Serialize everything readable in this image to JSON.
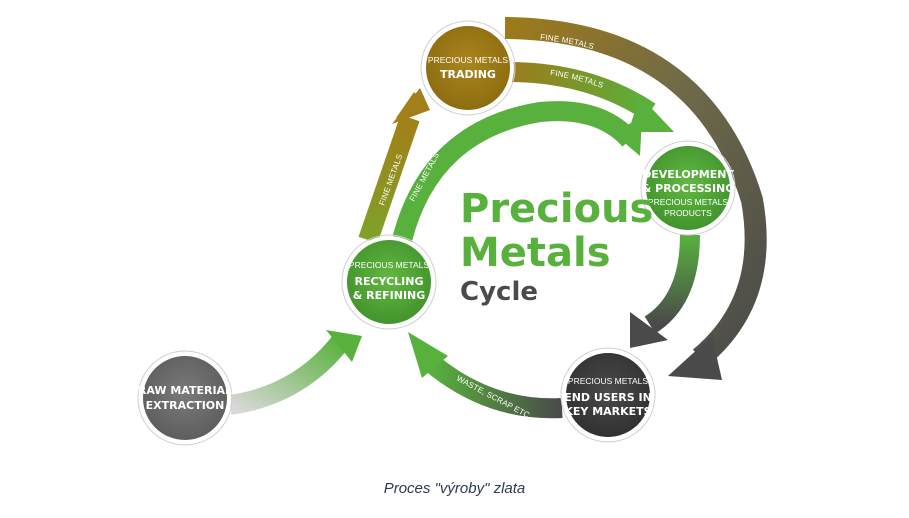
{
  "title": {
    "line1": "Precious",
    "line2": "Metals",
    "line3": "Cycle"
  },
  "nodes": {
    "trading": {
      "top": "PRECIOUS METALS",
      "main": "TRADING"
    },
    "development": {
      "main1": "DEVELOPMENT",
      "main2": "& PROCESSING",
      "sub1": "PRECIOUS METALS",
      "sub2": "PRODUCTS"
    },
    "recycling": {
      "top": "PRECIOUS METALS",
      "main1": "RECYCLING",
      "main2": "& REFINING"
    },
    "end_users": {
      "top": "PRECIOUS METALS",
      "main1": "END USERS IN",
      "main2": "KEY MARKETS"
    },
    "raw": {
      "main1": "RAW MATERIAL",
      "main2": "EXTRACTION"
    }
  },
  "arrow_labels": {
    "outer_top": "FINE METALS",
    "inner_top": "FINE METALS",
    "left_outer": "FINE METALS",
    "left_inner": "FINE METALS",
    "bottom": "WASTE, SCRAP ETC."
  },
  "caption": "Proces \"výroby\" zlata",
  "colors": {
    "green": "#58b13c",
    "gold": "#a27f18",
    "dark_gray": "#4a4a4a",
    "light_gray": "#c8c8c8"
  }
}
